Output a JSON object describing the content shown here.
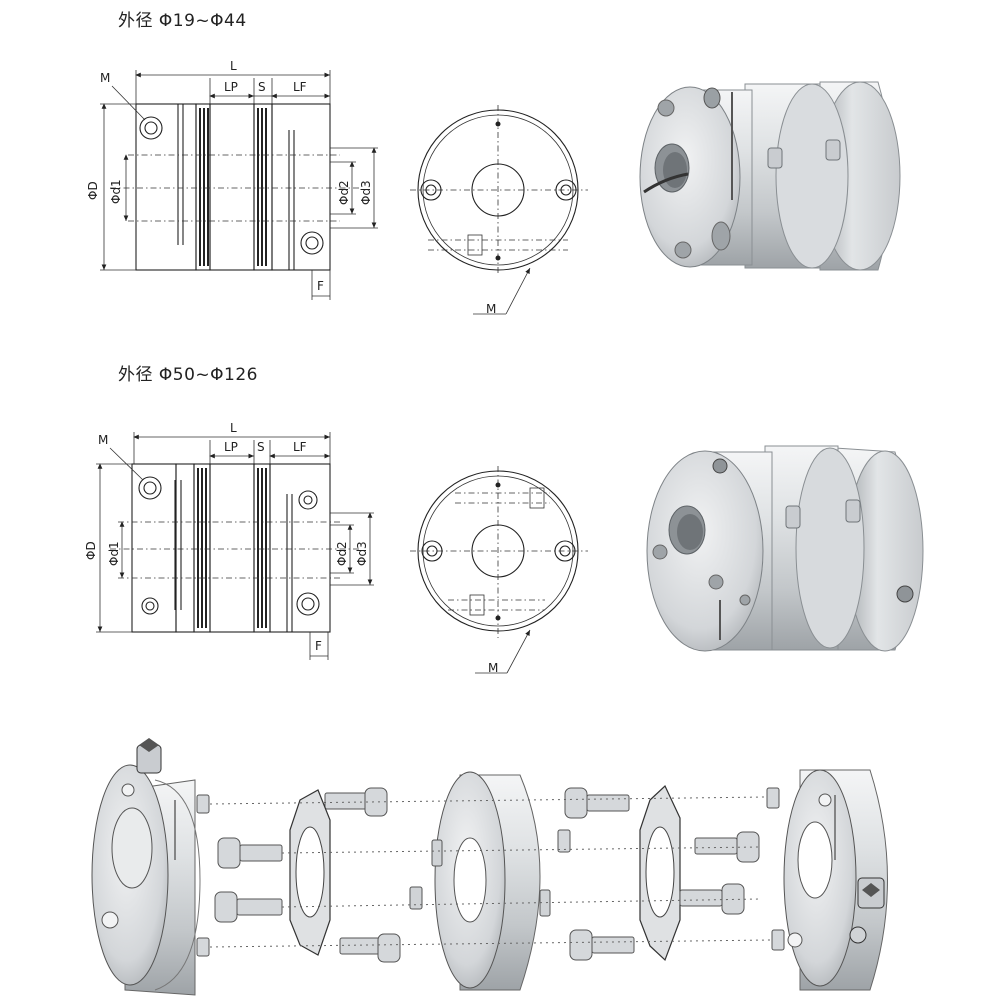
{
  "sections": [
    {
      "title": "外径 Φ19~Φ44"
    },
    {
      "title": "外径 Φ50~Φ126"
    }
  ],
  "dimension_labels": {
    "L": "L",
    "LP": "LP",
    "S": "S",
    "LF": "LF",
    "M": "M",
    "D": "ΦD",
    "d1": "Φd1",
    "d2": "Φd2",
    "d3": "Φd3",
    "F": "F"
  },
  "colors": {
    "line": "#222222",
    "metal_light": "#e6e8ea",
    "metal_mid": "#b9bdc1",
    "metal_dark": "#7d8286"
  }
}
